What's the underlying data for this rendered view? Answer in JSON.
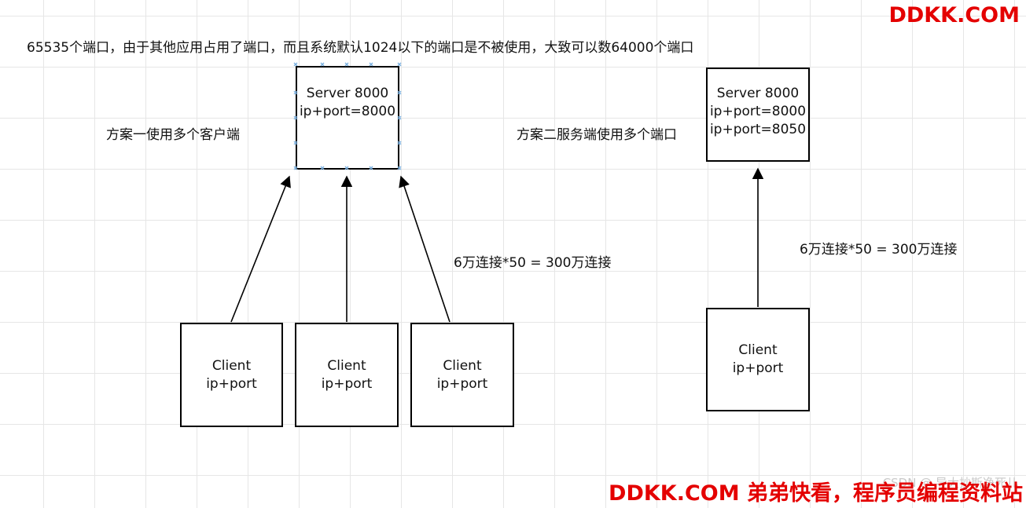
{
  "header_note": "65535个端口，由于其他应用占用了端口，而且系统默认1024以下的端口是不被使用，大致可以数64000个端口",
  "watermark_top": "DDKK.COM",
  "watermark_bottom": "DDKK.COM 弟弟快看，程序员编程资料站",
  "watermark_ghost": "CSDN @ 导大抄斯净死儿",
  "scheme1": {
    "label": "方案一使用多个客户端",
    "server_line1": "Server 8000",
    "server_line2": "ip+port=8000",
    "connections": "6万连接*50 = 300万连接",
    "clients": [
      {
        "line1": "Client",
        "line2": "ip+port"
      },
      {
        "line1": "Client",
        "line2": "ip+port"
      },
      {
        "line1": "Client",
        "line2": "ip+port"
      }
    ]
  },
  "scheme2": {
    "label": "方案二服务端使用多个端口",
    "server_line1": "Server 8000",
    "server_line2": "ip+port=8000",
    "server_line3": "ip+port=8050",
    "connections": "6万连接*50 = 300万连接",
    "client_line1": "Client",
    "client_line2": "ip+port"
  },
  "colors": {
    "watermark": "#e40000",
    "handle": "#7ab0e0"
  }
}
